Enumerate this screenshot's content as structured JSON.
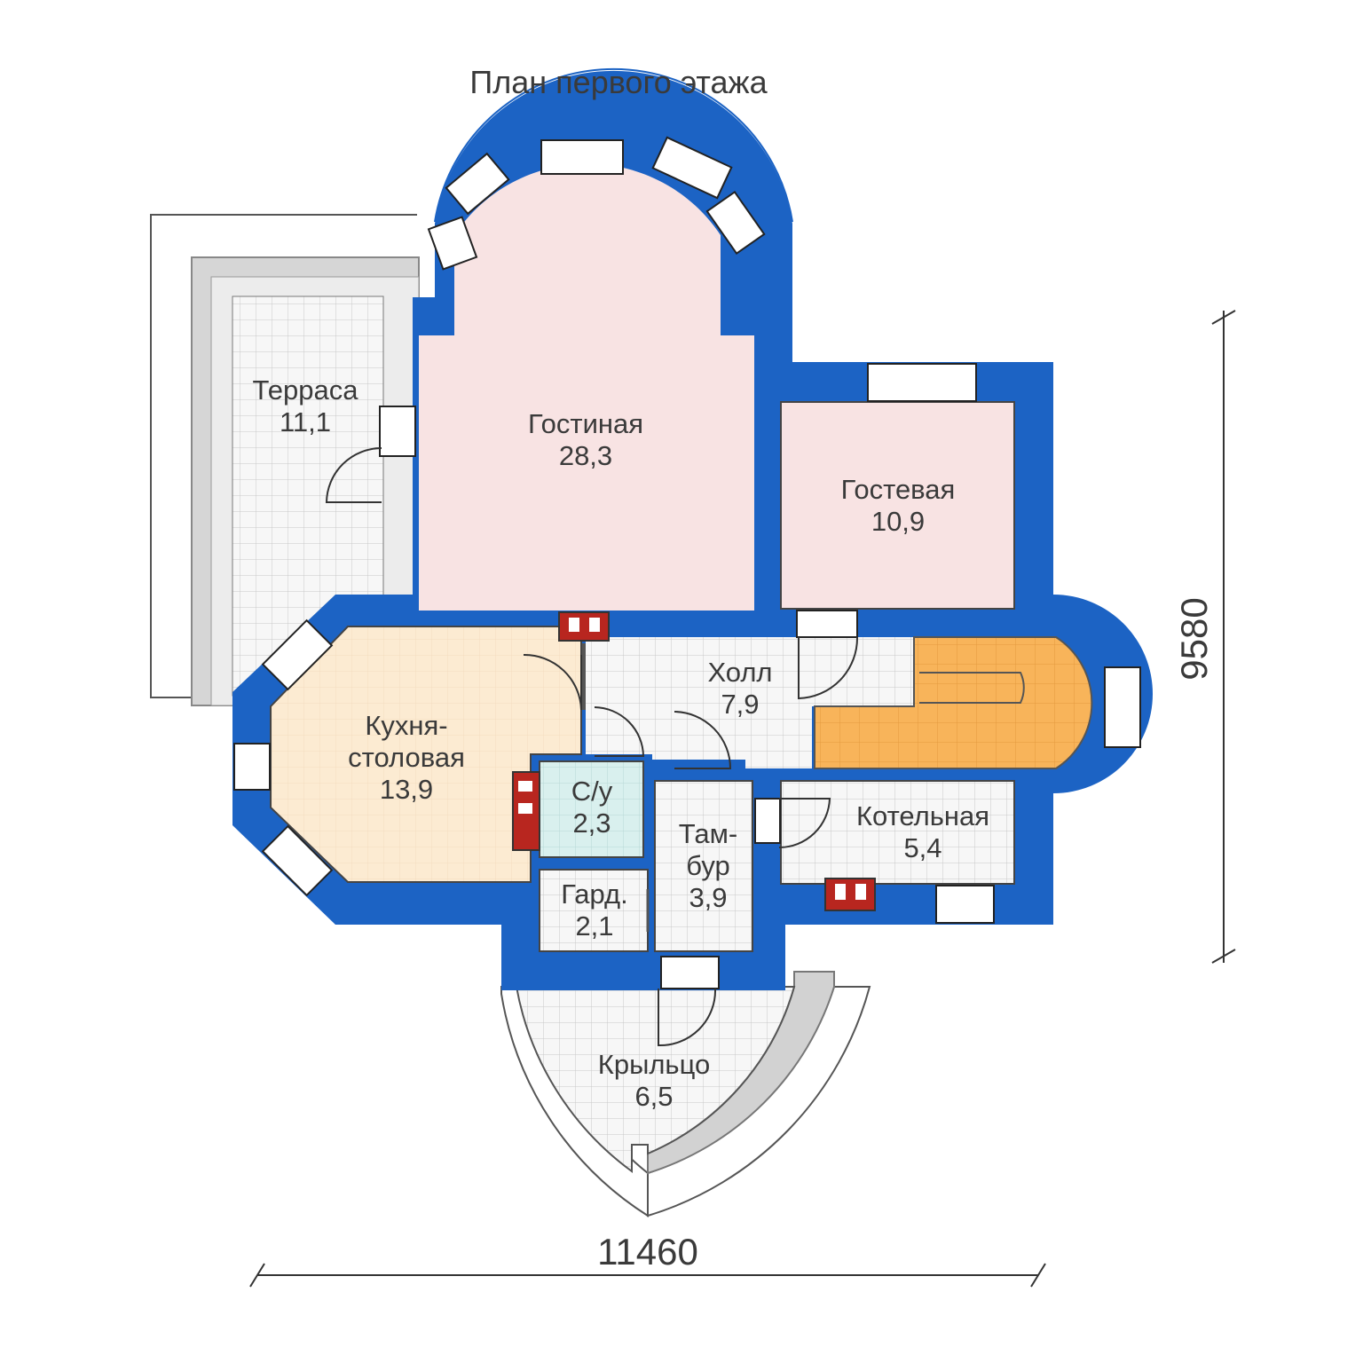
{
  "title": "План первого этажа",
  "dimensions": {
    "width": "11460",
    "height": "9580"
  },
  "rooms": {
    "terrace": {
      "name": "Терраса",
      "area": "11,1"
    },
    "living": {
      "name": "Гостиная",
      "area": "28,3"
    },
    "guest": {
      "name": "Гостевая",
      "area": "10,9"
    },
    "hall": {
      "name": "Холл",
      "area": "7,9"
    },
    "kitchen": {
      "name_line1": "Кухня-",
      "name_line2": "столовая",
      "area": "13,9"
    },
    "bathroom": {
      "name": "С/у",
      "area": "2,3"
    },
    "vestibule": {
      "name_line1": "Там-",
      "name_line2": "бур",
      "area": "3,9"
    },
    "boiler": {
      "name": "Котельная",
      "area": "5,4"
    },
    "wardrobe": {
      "name": "Гард.",
      "area": "2,1"
    },
    "porch": {
      "name": "Крыльцо",
      "area": "6,5"
    }
  },
  "colors": {
    "wall": "#1c63c4",
    "living_floor": "#f8e3e3",
    "kitchen_floor": "#fcebd2",
    "bathroom_floor": "#d9f0ee",
    "stair": "#f8b45a",
    "tile_floor": "#f6f6f6",
    "chimney": "#b8261f"
  }
}
